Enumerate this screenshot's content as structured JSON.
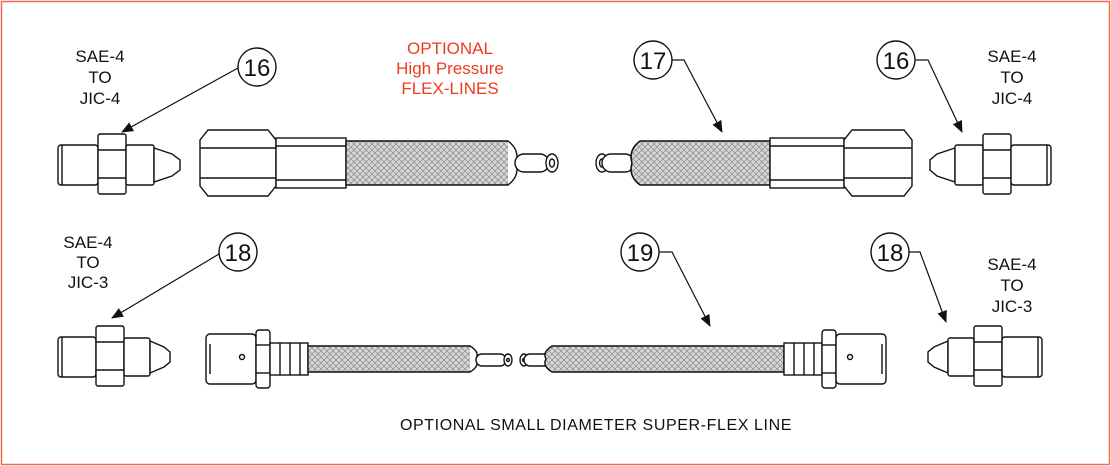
{
  "colors": {
    "frame": "#ee6a4a",
    "accent": "#ee3b1f",
    "ink": "#111111",
    "braid": "#c8c8c8"
  },
  "top_row": {
    "left_label": [
      "SAE-4",
      "TO",
      "JIC-4"
    ],
    "right_label": [
      "SAE-4",
      "TO",
      "JIC-4"
    ],
    "optional_title": [
      "OPTIONAL",
      "High Pressure",
      "FLEX-LINES"
    ],
    "callout_left": "16",
    "callout_mid": "17",
    "callout_right": "16"
  },
  "bottom_row": {
    "left_label": [
      "SAE-4",
      "TO",
      "JIC-3"
    ],
    "right_label": [
      "SAE-4",
      "TO",
      "JIC-3"
    ],
    "callout_left": "18",
    "callout_mid": "19",
    "callout_right": "18",
    "caption": "OPTIONAL SMALL DIAMETER SUPER-FLEX LINE"
  }
}
